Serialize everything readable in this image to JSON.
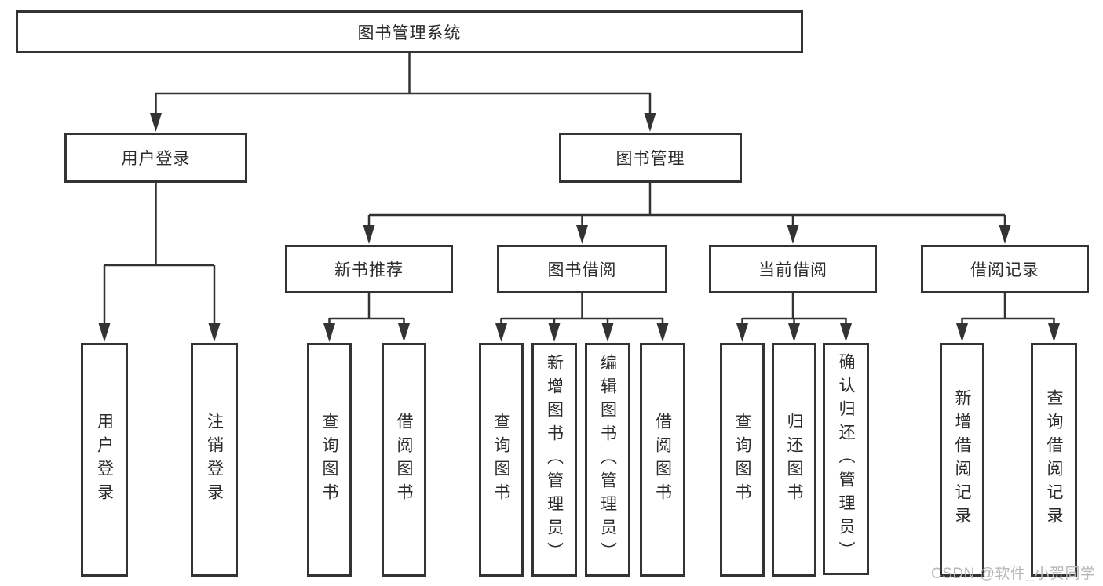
{
  "tree": {
    "label": "图书管理系统",
    "children": [
      {
        "label": "用户登录",
        "children": [
          {
            "label": "用户登录"
          },
          {
            "label": "注销登录"
          }
        ]
      },
      {
        "label": "图书管理",
        "children": [
          {
            "label": "新书推荐",
            "children": [
              {
                "label": "查询图书"
              },
              {
                "label": "借阅图书"
              }
            ]
          },
          {
            "label": "图书借阅",
            "children": [
              {
                "label": "查询图书"
              },
              {
                "label": "新增图书（管理员）"
              },
              {
                "label": "编辑图书（管理员）"
              },
              {
                "label": "借阅图书"
              }
            ]
          },
          {
            "label": "当前借阅",
            "children": [
              {
                "label": "查询图书"
              },
              {
                "label": "归还图书"
              },
              {
                "label": "确认归还（管理员）"
              }
            ]
          },
          {
            "label": "借阅记录",
            "children": [
              {
                "label": "新增借阅记录"
              },
              {
                "label": "查询借阅记录"
              }
            ]
          }
        ]
      }
    ]
  },
  "watermark": {
    "text": "CSDN @软件_小贺同学"
  },
  "colors": {
    "line": "#333333",
    "text": "#2b2b2b",
    "box_bg": "#ffffff",
    "watermark": "#b8b8b8",
    "background": "#ffffff"
  }
}
